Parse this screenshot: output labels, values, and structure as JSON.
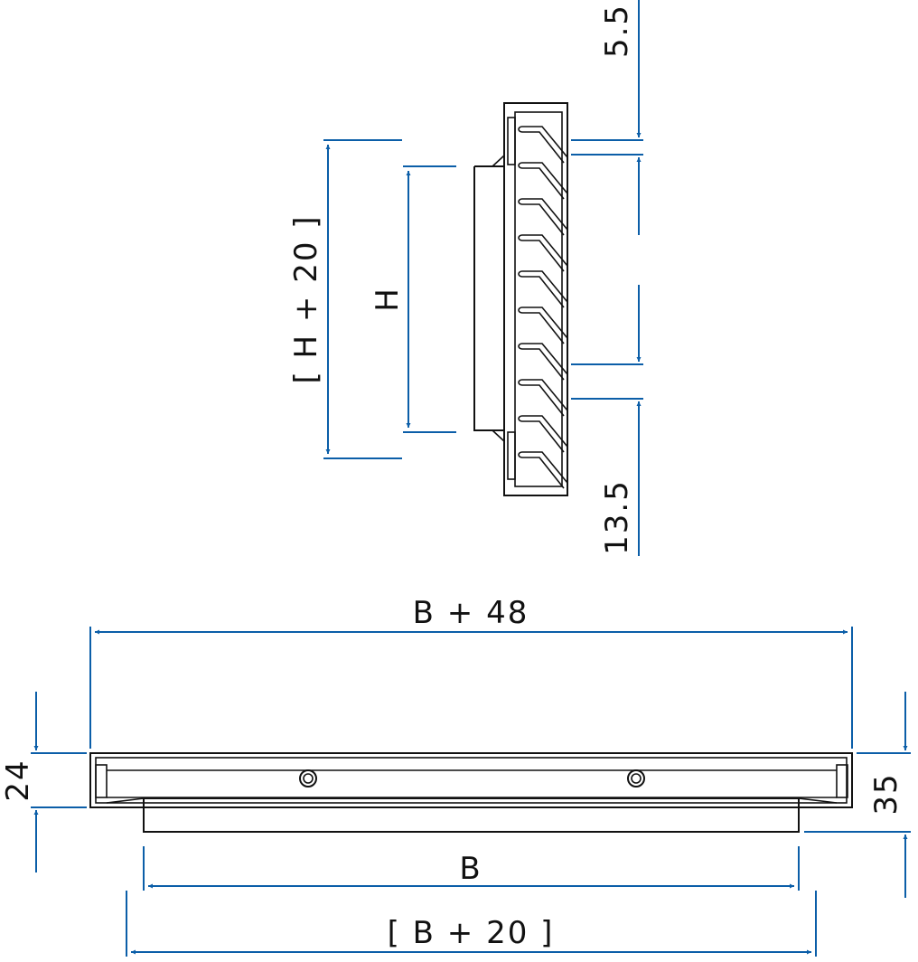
{
  "colors": {
    "dimension": "#0b5ea8",
    "outline": "#111111",
    "background": "#ffffff"
  },
  "labels": {
    "top_gap": "5.5",
    "bottom_gap": "13.5",
    "outer_height": "[ H + 20 ]",
    "inner_height": "H",
    "overall_width": "B + 48",
    "width": "B",
    "outer_width": "[ B + 20 ]",
    "frame_depth": "24",
    "total_depth": "35"
  }
}
